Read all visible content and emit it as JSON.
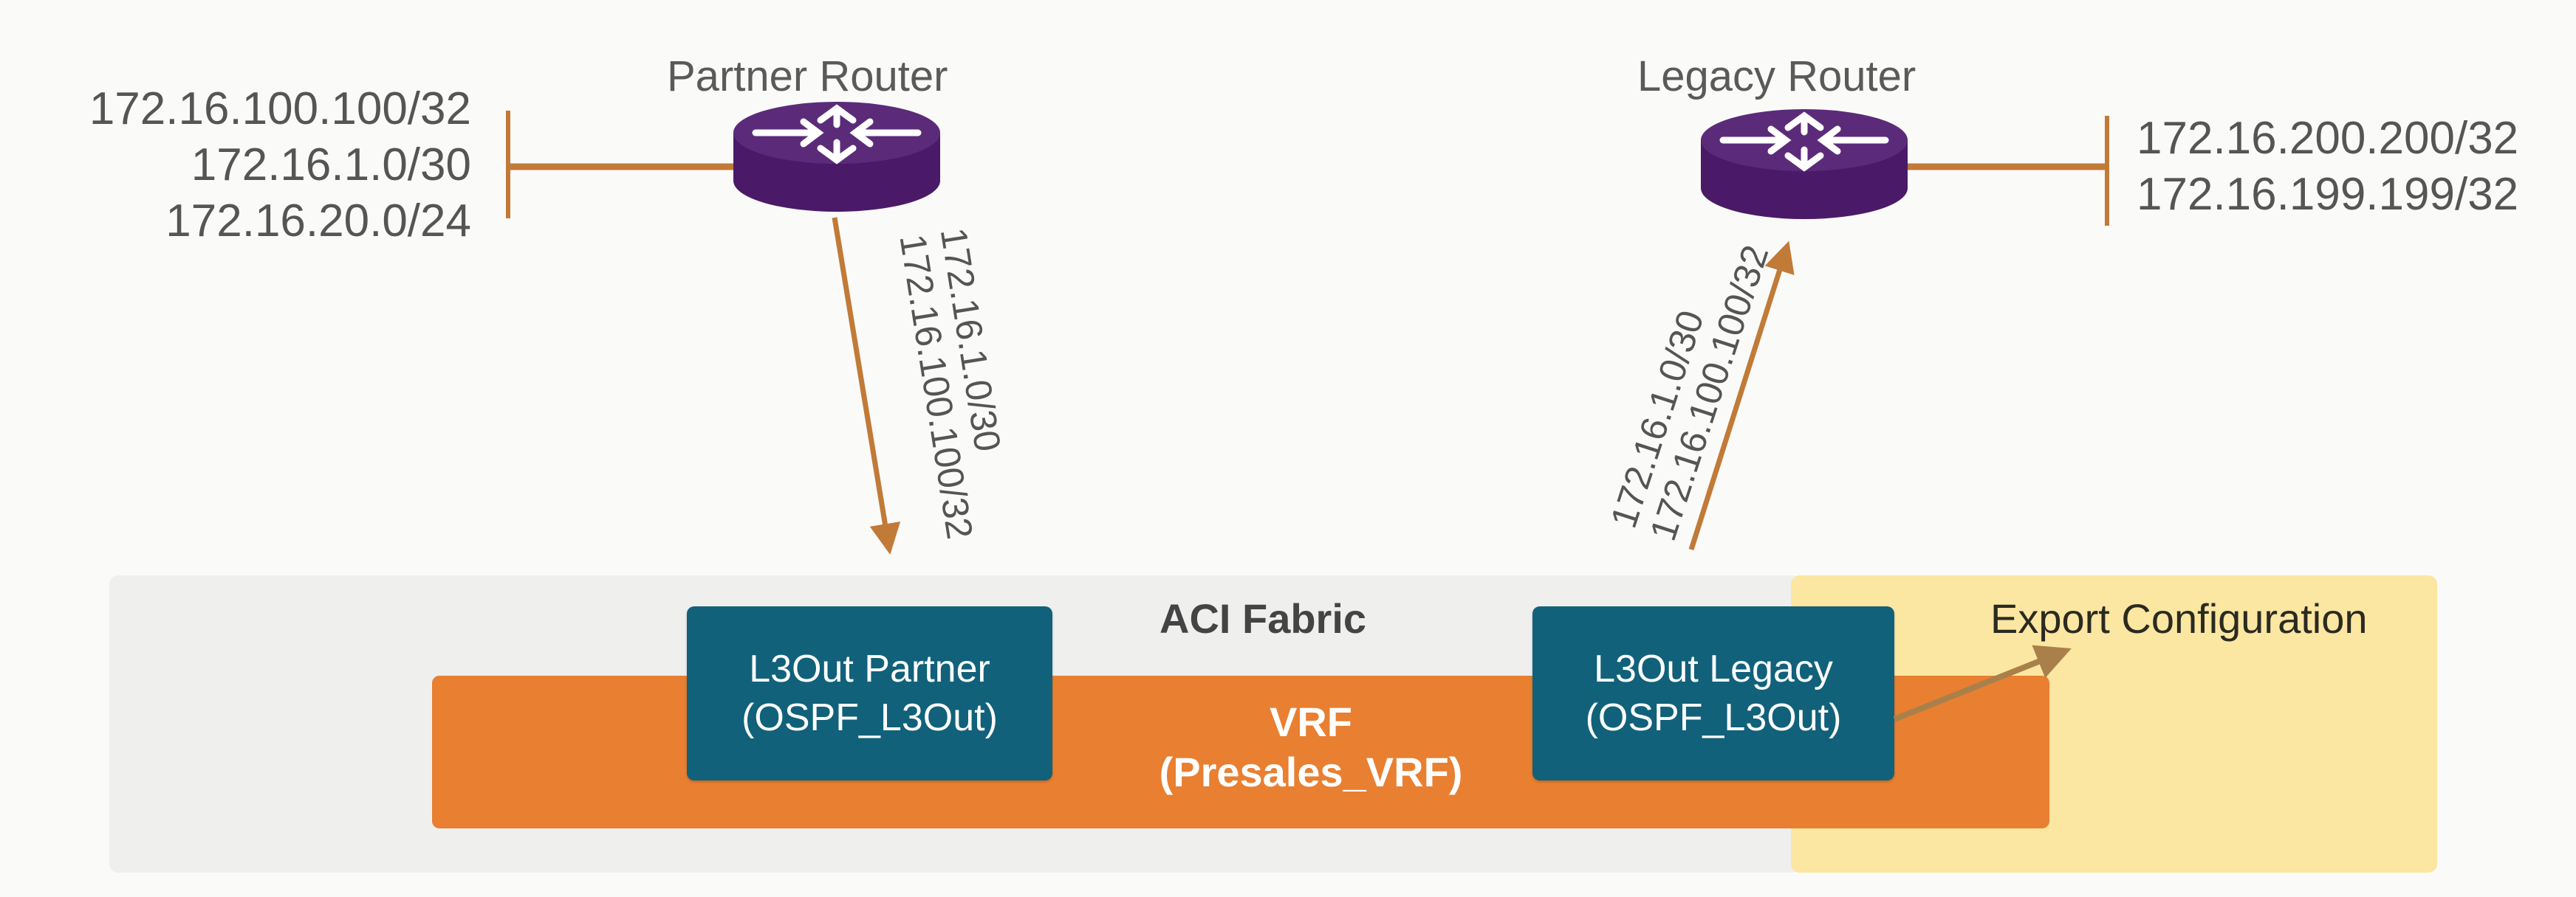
{
  "diagram": {
    "partner_router": {
      "label": "Partner Router",
      "icon": "router-icon",
      "connected_prefixes": [
        "172.16.100.100/32",
        "172.16.1.0/30",
        "172.16.20.0/24"
      ]
    },
    "legacy_router": {
      "label": "Legacy Router",
      "icon": "router-icon",
      "connected_prefixes": [
        "172.16.200.200/32",
        "172.16.199.199/32"
      ]
    },
    "partner_to_fabric_routes": [
      "172.16.1.0/30",
      "172.16.100.100/32"
    ],
    "fabric_to_legacy_routes": [
      "172.16.1.0/30",
      "172.16.100.100/32"
    ],
    "fabric": {
      "label": "ACI Fabric",
      "vrf": {
        "title": "VRF",
        "name": "(Presales_VRF)"
      },
      "l3outs": [
        {
          "name": "L3Out Partner",
          "protocol": "(OSPF_L3Out)"
        },
        {
          "name": "L3Out Legacy",
          "protocol": "(OSPF_L3Out)"
        }
      ]
    },
    "export": {
      "label": "Export Configuration"
    },
    "colors": {
      "router": "#4e1f6b",
      "link": "#c17a37",
      "l3out": "#11617a",
      "vrf": "#e97f31",
      "fabric": "#efefee",
      "export": "#fbe6a2"
    }
  }
}
